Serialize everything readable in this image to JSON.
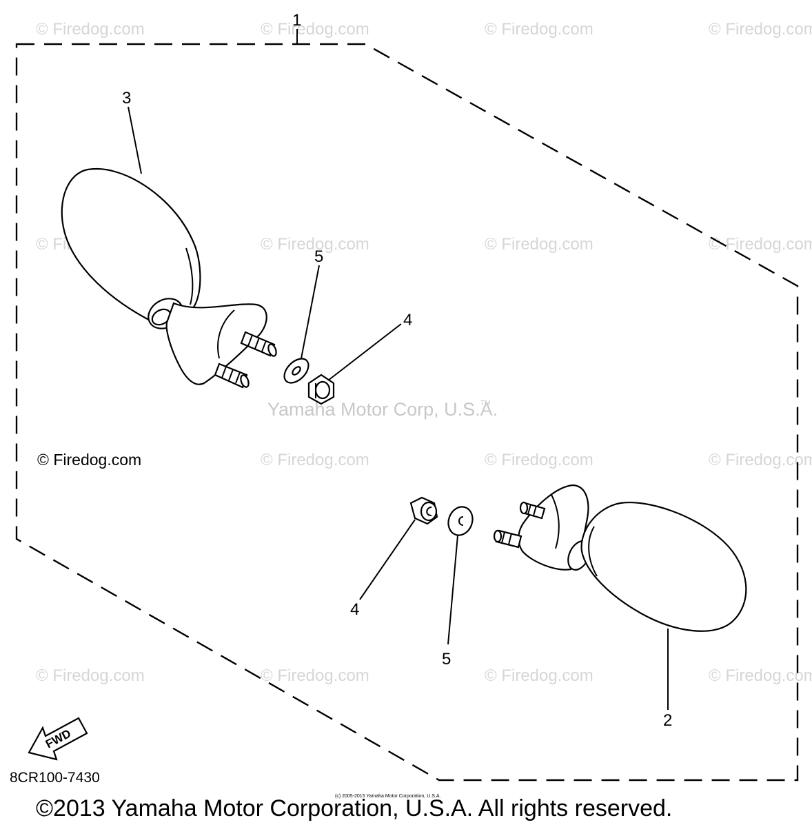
{
  "watermark": "© Firedog.com",
  "watermark_dark": "© Firedog.com",
  "center_watermark": "Yamaha Motor Corp, U.S.A.",
  "tm_mark": "TM",
  "callouts": {
    "assembly": "1",
    "mirror_right": "2",
    "mirror_left": "3",
    "nut_upper": "4",
    "washer_upper": "5",
    "nut_lower": "4",
    "washer_lower": "5"
  },
  "fwd_label": "FWD",
  "diagram_code": "8CR100-7430",
  "small_notice": "(c) 2005-2015 Yamaha Motor Corporation, U.S.A.",
  "copyright": "©2013 Yamaha Motor Corporation, U.S.A. All rights reserved."
}
